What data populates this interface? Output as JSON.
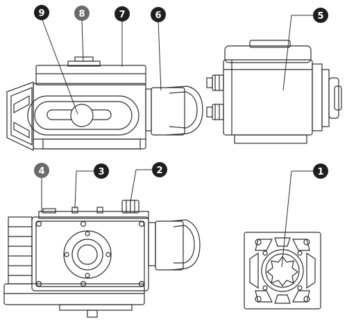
{
  "callouts": [
    {
      "id": "9",
      "label": "9"
    },
    {
      "id": "8",
      "label": "8"
    },
    {
      "id": "7",
      "label": "7"
    },
    {
      "id": "6",
      "label": "6"
    },
    {
      "id": "5",
      "label": "5"
    },
    {
      "id": "4",
      "label": "4"
    },
    {
      "id": "3",
      "label": "3"
    },
    {
      "id": "2",
      "label": "2"
    },
    {
      "id": "1",
      "label": "1"
    }
  ],
  "colors": {
    "line": "#2b2b2b",
    "callout_fill": "#1e1e1e",
    "callout_text": "#ffffff",
    "callout_8_fill": "#6a6a6a",
    "callout_4_fill": "#6a6a6a"
  }
}
